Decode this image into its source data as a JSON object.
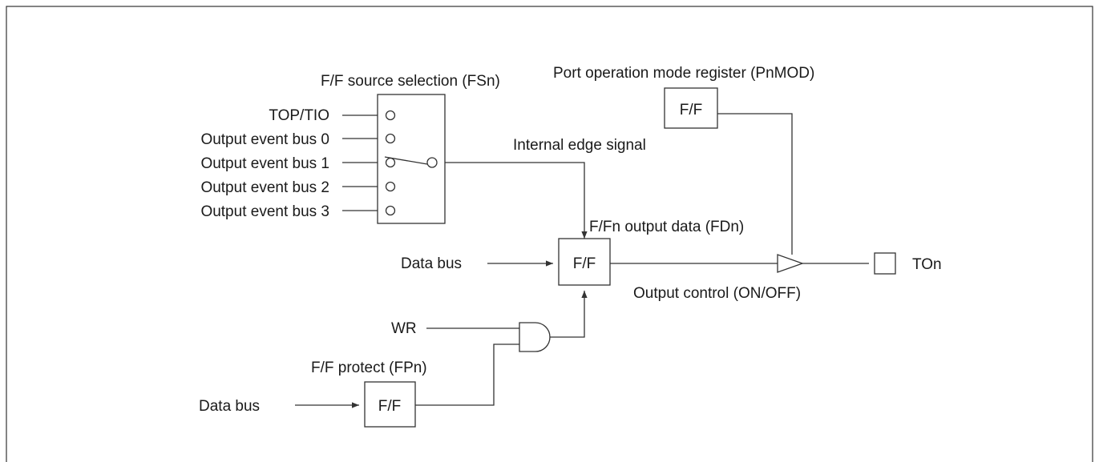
{
  "labels": {
    "ff_source_selection": "F/F source selection (FSn)",
    "port_mode_register": "Port operation mode register (PnMOD)",
    "internal_edge_signal": "Internal edge signal",
    "ff_output_data": "F/Fn output data (FDn)",
    "output_control": "Output control (ON/OFF)",
    "ff_protect": "F/F protect (FPn)",
    "wr": "WR",
    "ton": "TOn"
  },
  "inputs": [
    "TOP/TIO",
    "Output event bus 0",
    "Output event bus 1",
    "Output event bus 2",
    "Output event bus 3"
  ],
  "data_bus": {
    "main": "Data bus",
    "protect": "Data bus"
  },
  "blocks": {
    "ff_main": "F/F",
    "ff_mode": "F/F",
    "ff_protect": "F/F"
  }
}
